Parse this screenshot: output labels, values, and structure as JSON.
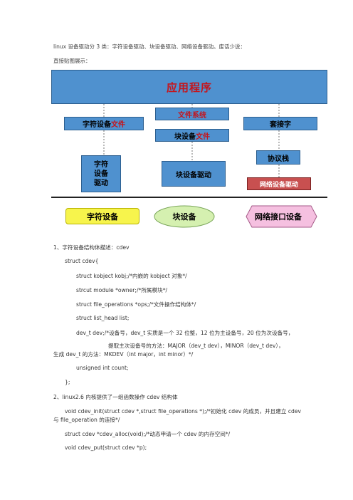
{
  "intro": {
    "line1": "linux 设备驱动分 3 类：字符设备驱动、块设备驱动、网络设备驱动。废话少说：",
    "line2": "直接贴图展示："
  },
  "diagram": {
    "app": "应用程序",
    "file_system": "文件系统",
    "char_device_file_a": "字符设备",
    "char_device_file_b": "文件",
    "socket": "套接字",
    "block_device_file_a": "块设备",
    "block_device_file_b": "文件",
    "char_driver_line1": "字符",
    "char_driver_line2": "设备",
    "char_driver_line3": "驱动",
    "block_driver": "块设备驱动",
    "protocol_stack": "协议栈",
    "net_driver": "网络设备驱动",
    "char_device": "字符设备",
    "block_device": "块设备",
    "net_interface": "网络接口设备",
    "colors": {
      "blue": "#4f91cf",
      "red_text": "#c4151c",
      "yellow": "#f7f44c",
      "green": "#d5f0b0",
      "pink": "#f5c0e0"
    }
  },
  "body": {
    "s1_title": "1、字符设备结构体描述：cdev",
    "s1_l1": "struct cdev{",
    "s1_l2": "struct kobject kobj;/*内嵌的 kobject 对象*/",
    "s1_l3": "strcut module *owner;/*所属模块*/",
    "s1_l4": "struct file_operations *ops;/*文件操作结构体*/",
    "s1_l5": "struct list_head list;",
    "s1_l6": "dev_t dev;/*设备号，dev_t 实质是一个 32 位整，12 位为主设备号，20 位为次设备号，",
    "s1_l7": "提取主次设备号的方法：MAJOR（dev_t dev），MINOR（dev_t dev），",
    "s1_l8": "生成 dev_t 的方法：MKDEV（int major，int minor）*/",
    "s1_l9": "unsigned int count;",
    "s1_l10": "};",
    "s2_title": "2、linux2.6 内核提供了一组函数操作 cdev 结构体",
    "s2_l1": "void cdev_init(struct cdev *,struct file_operations *);/*初始化 cdev 的成员，并且建立 cdev",
    "s2_l2": "与 file_operation 的连接*/",
    "s2_l3": "struct cdev *cdev_alloc(void);/*动态申请一个 cdev 的内存空间*/",
    "s2_l4": "void cdev_put(struct cdev *p);"
  }
}
